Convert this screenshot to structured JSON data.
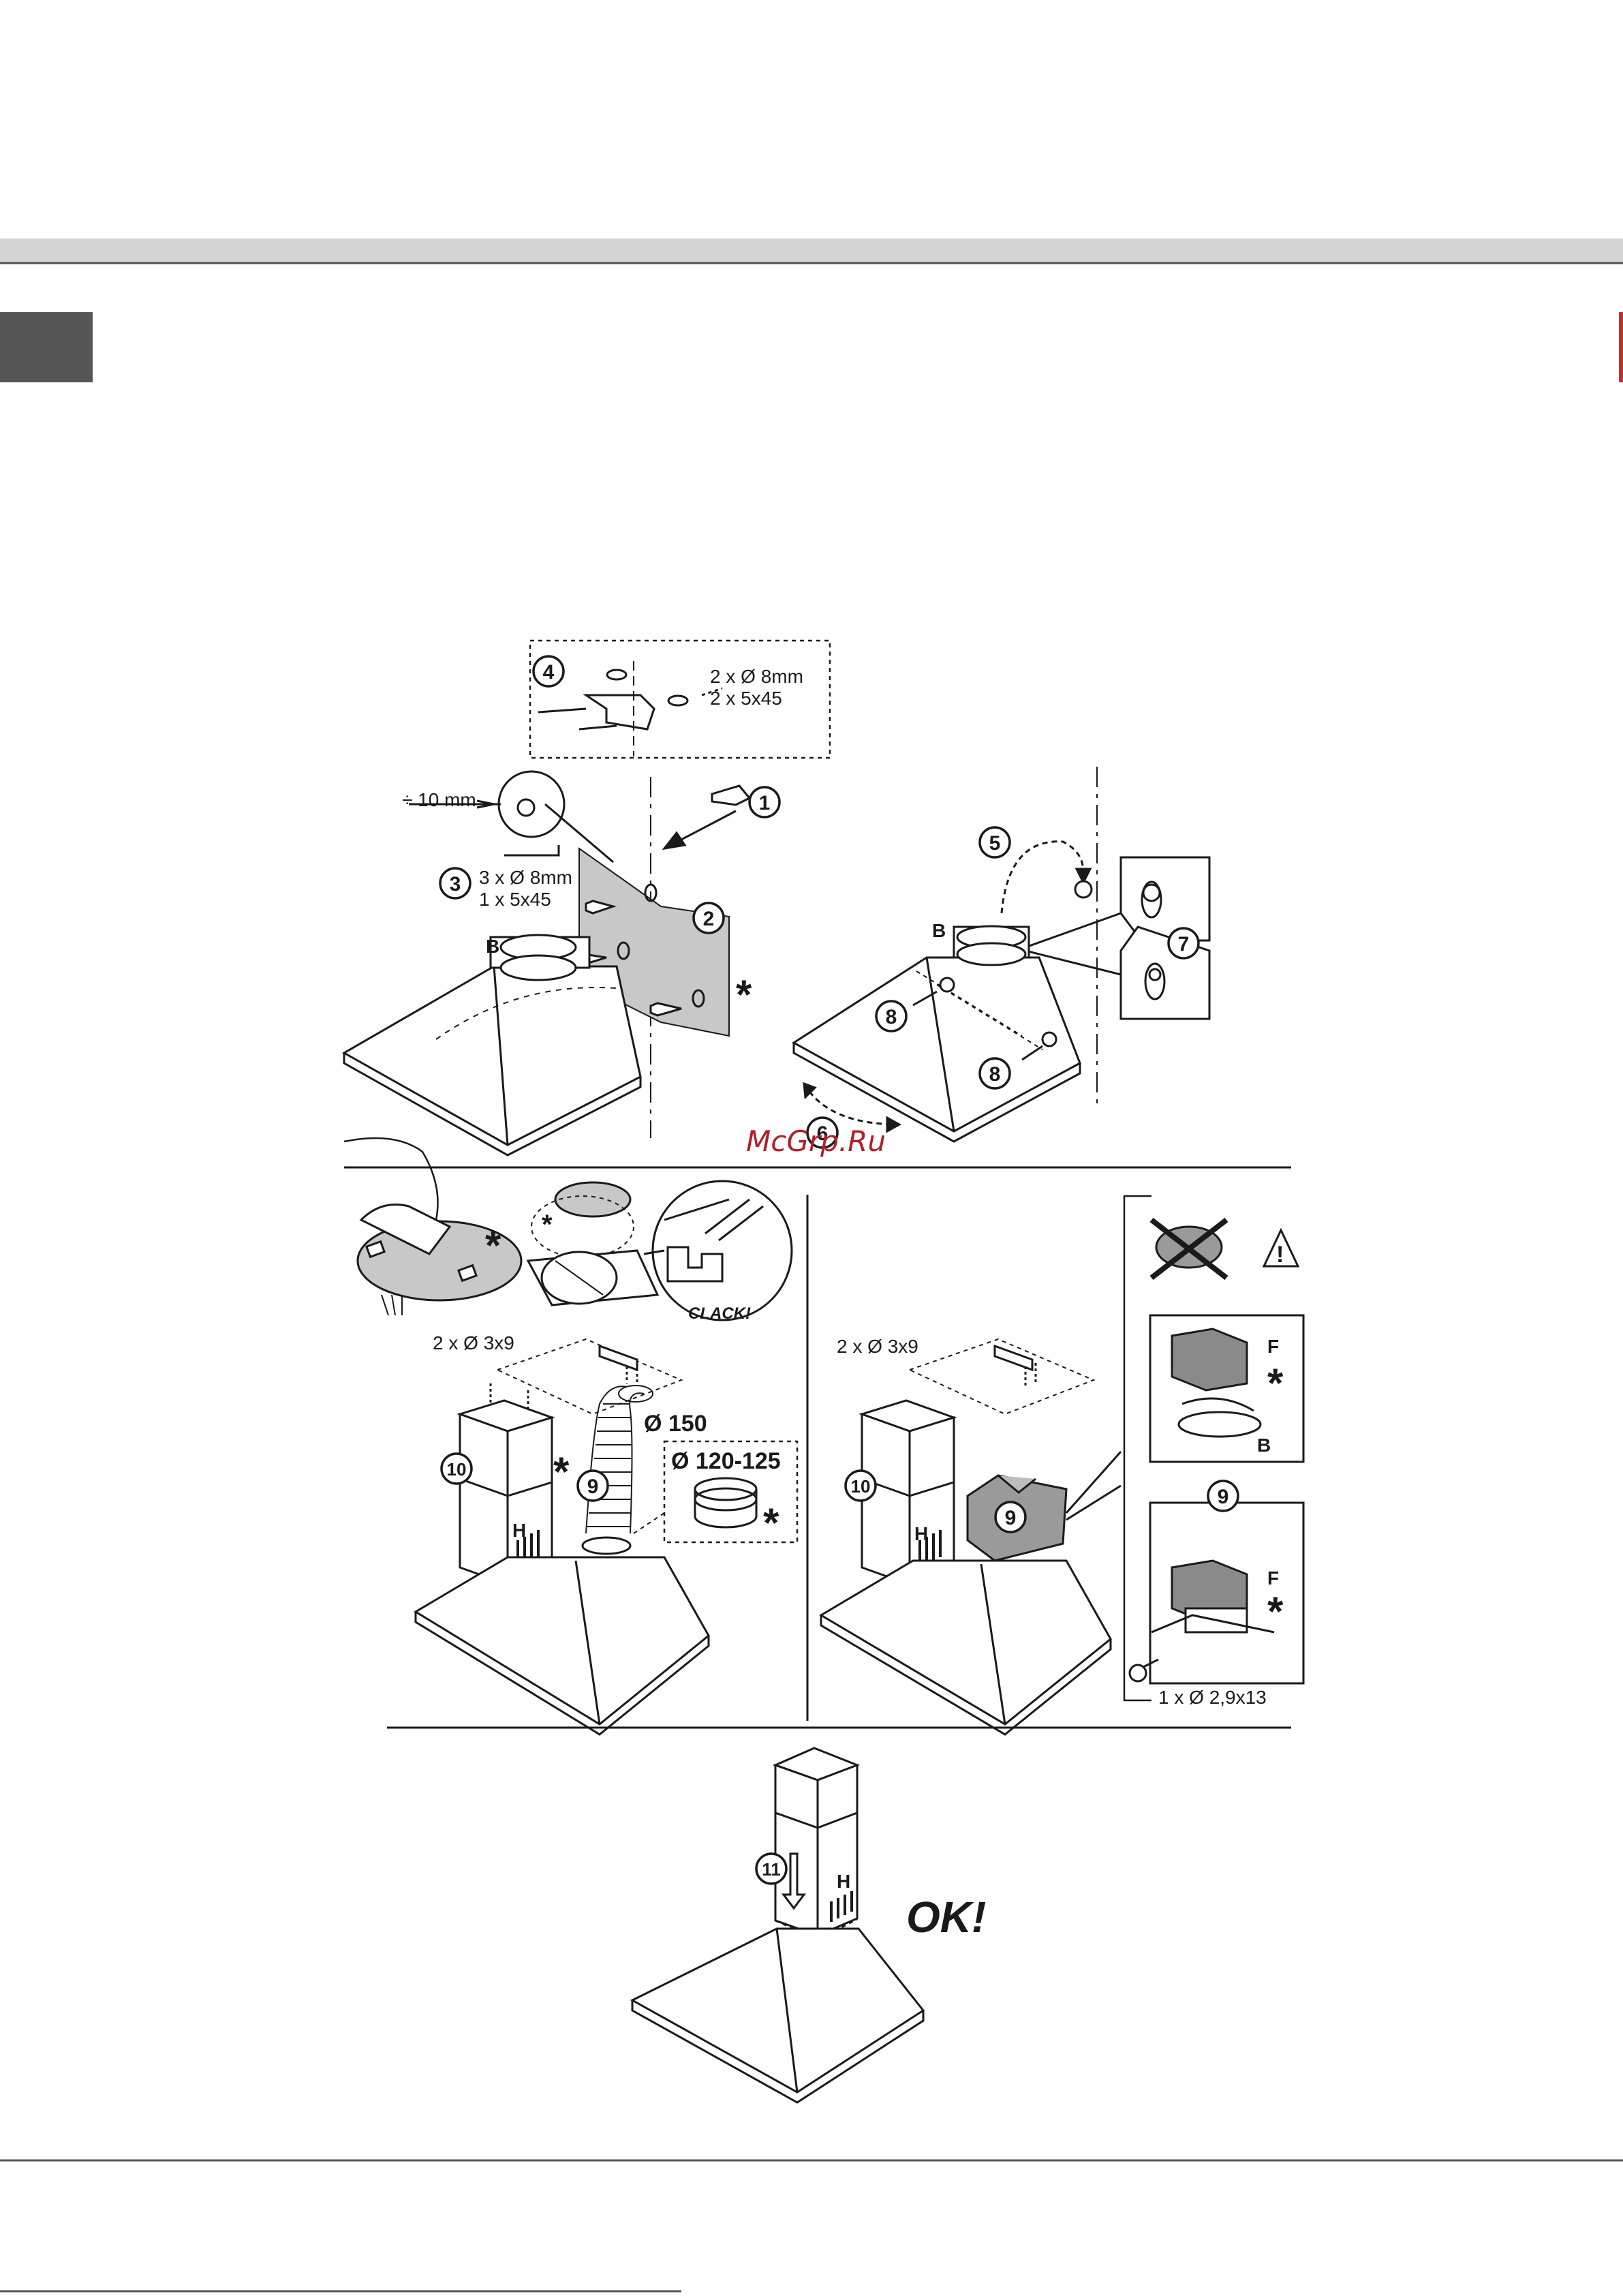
{
  "watermark": "McGrp.Ru",
  "colors": {
    "band": "#d4d4d4",
    "tab": "#565656",
    "shade": "#c8c8c8",
    "ink": "#1a1a1a",
    "watermark": "#b0202a"
  },
  "diagram": {
    "step_numbers": [
      "1",
      "2",
      "3",
      "4",
      "5",
      "6",
      "7",
      "8",
      "9",
      "10",
      "11"
    ],
    "labels": {
      "bracket_fixings_1": "2 x Ø 8mm",
      "bracket_fixings_2": "2 x 5x45",
      "gap": "÷ 10 mm",
      "wall_fixings_1": "3 x Ø 8mm",
      "wall_fixings_2": "1 x 5x45",
      "point_b": "B",
      "screws_left": "2 x Ø 3x9",
      "screws_right": "2 x Ø 3x9",
      "duct_150": "Ø 150",
      "duct_120": "Ø 120-125",
      "chimney_h": "H",
      "clack": "CLACK!",
      "filter_f": "F",
      "screw_small": "1 x Ø 2,9x13",
      "ok": "OK!",
      "optional": "*",
      "warning": "!"
    }
  }
}
